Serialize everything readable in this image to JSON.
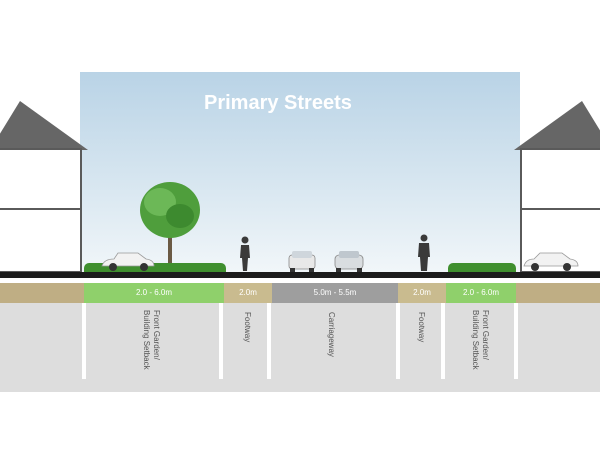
{
  "title": "Primary Streets",
  "colors": {
    "garden": "#8fd06b",
    "footway": "#c9bb8f",
    "carriageway": "#9e9e9e",
    "verge": "#bfae84",
    "sky_top": "#b9d3e6",
    "section_fill": "#dddddd"
  },
  "bands": {
    "left_garden": "2.0 - 6.0m",
    "left_footway": "2.0m",
    "carriageway": "5.0m - 5.5m",
    "right_footway": "2.0m",
    "right_garden": "2.0 - 6.0m"
  },
  "labels": {
    "left_garden": "Front Garden/\nBuilding Setback",
    "left_footway": "Footway",
    "carriageway": "Carriageway",
    "right_footway": "Footway",
    "right_garden": "Front Garden/\nBuilding Setback"
  },
  "icons": [
    "house-icon",
    "tree-icon",
    "car-icon",
    "pedestrian-icon",
    "hedge-icon"
  ]
}
